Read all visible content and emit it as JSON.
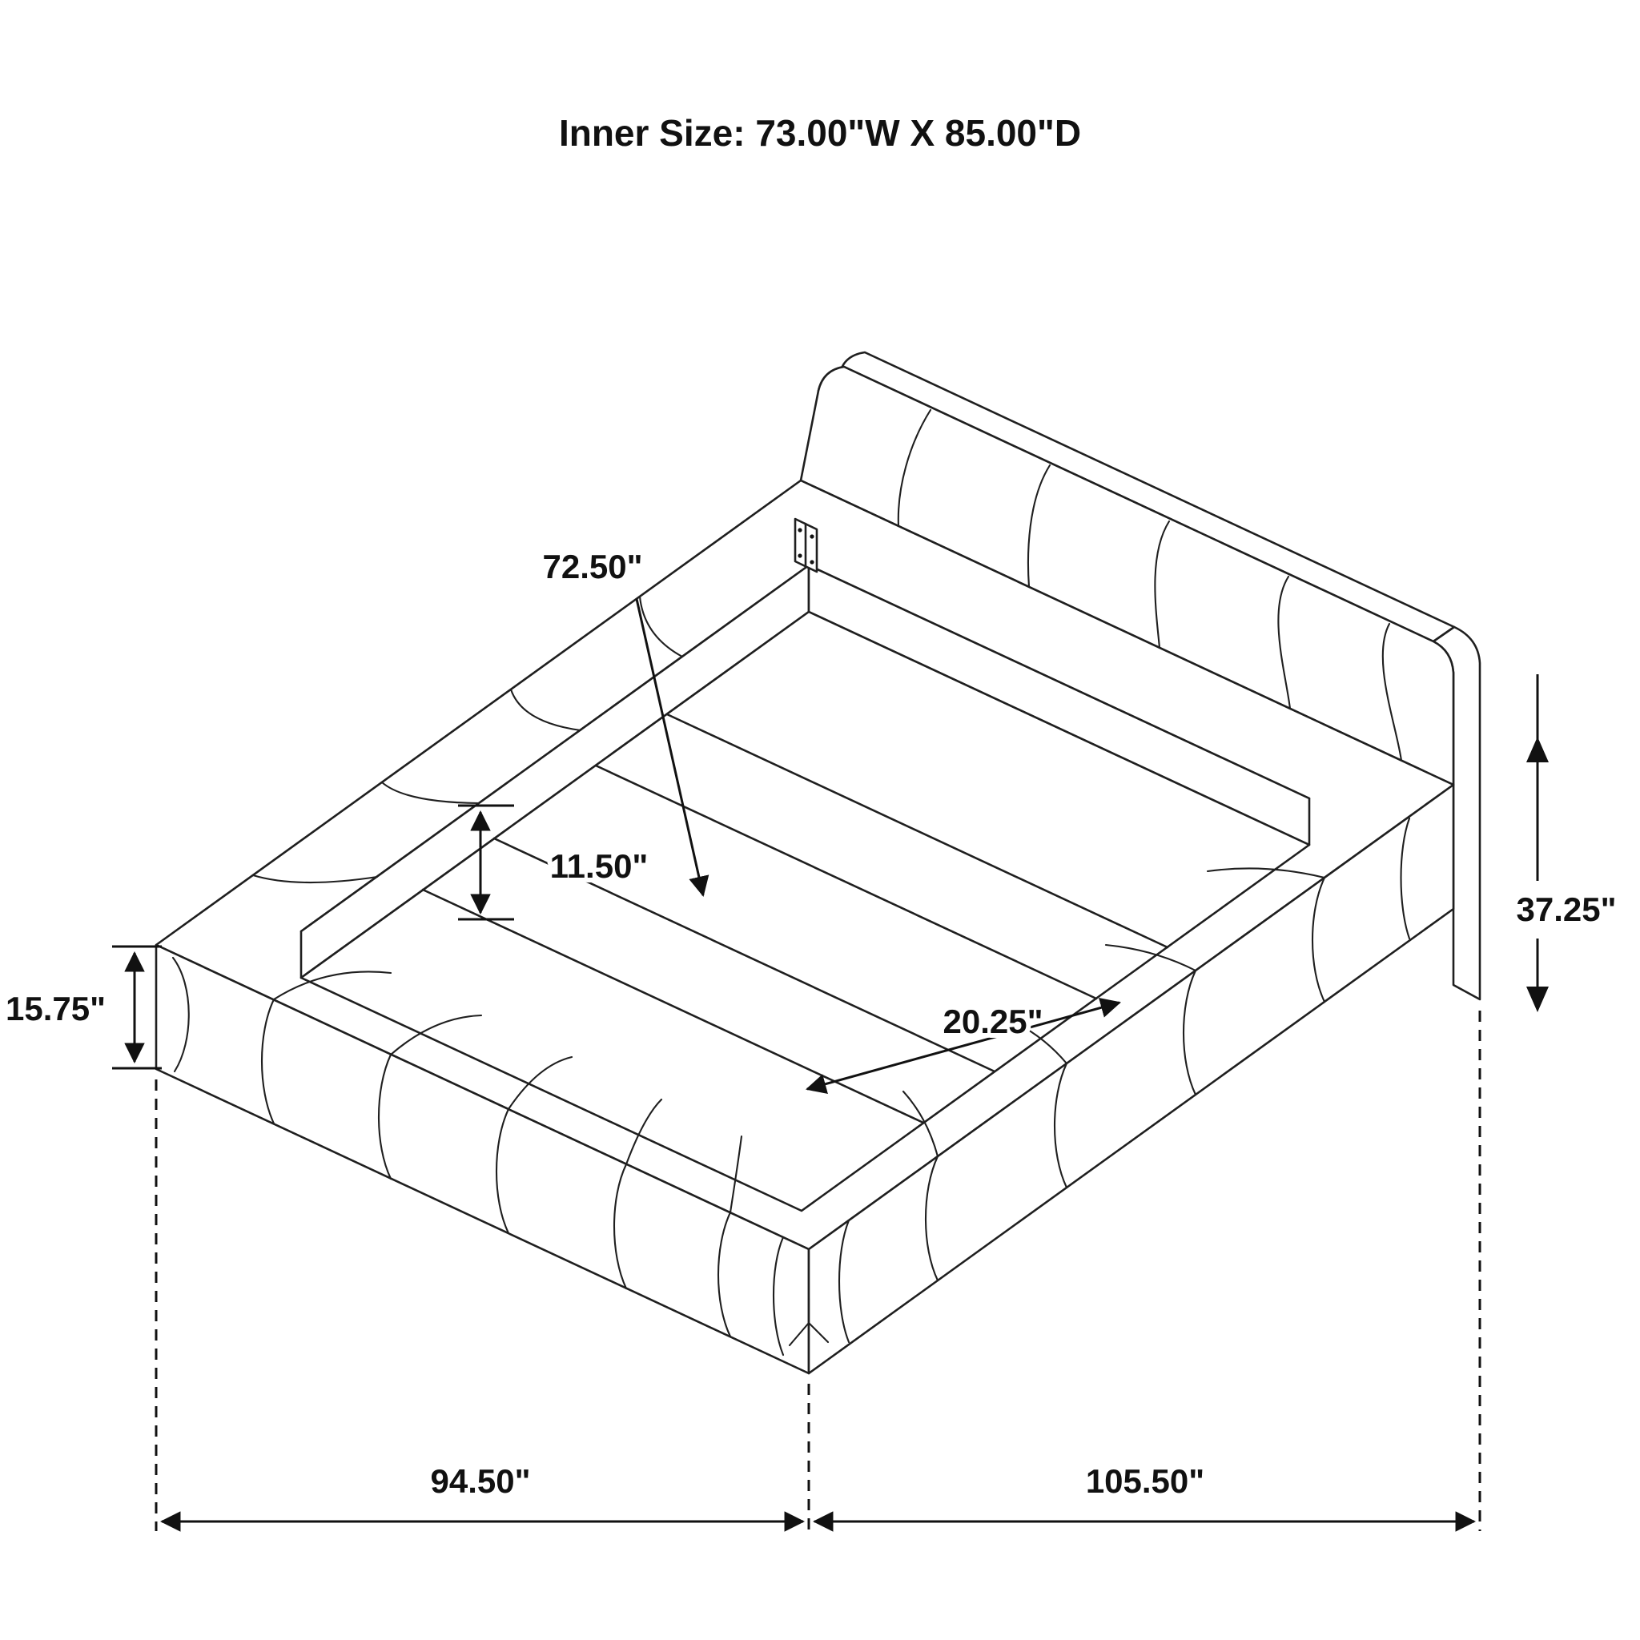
{
  "background": "#ffffff",
  "ink": "#1f1f1f",
  "title": "Inner Size: 73.00\"W X 85.00\"D",
  "diagram": {
    "type": "isometric-bed-dimension-drawing",
    "dimensions": {
      "deck_leader": "72.50\"",
      "inner_rail_height": "11.50\"",
      "slat_spacing": "20.25\"",
      "base_height": "15.75\"",
      "headboard_height": "37.25\"",
      "overall_width": "94.50\"",
      "overall_depth": "105.50\""
    }
  }
}
